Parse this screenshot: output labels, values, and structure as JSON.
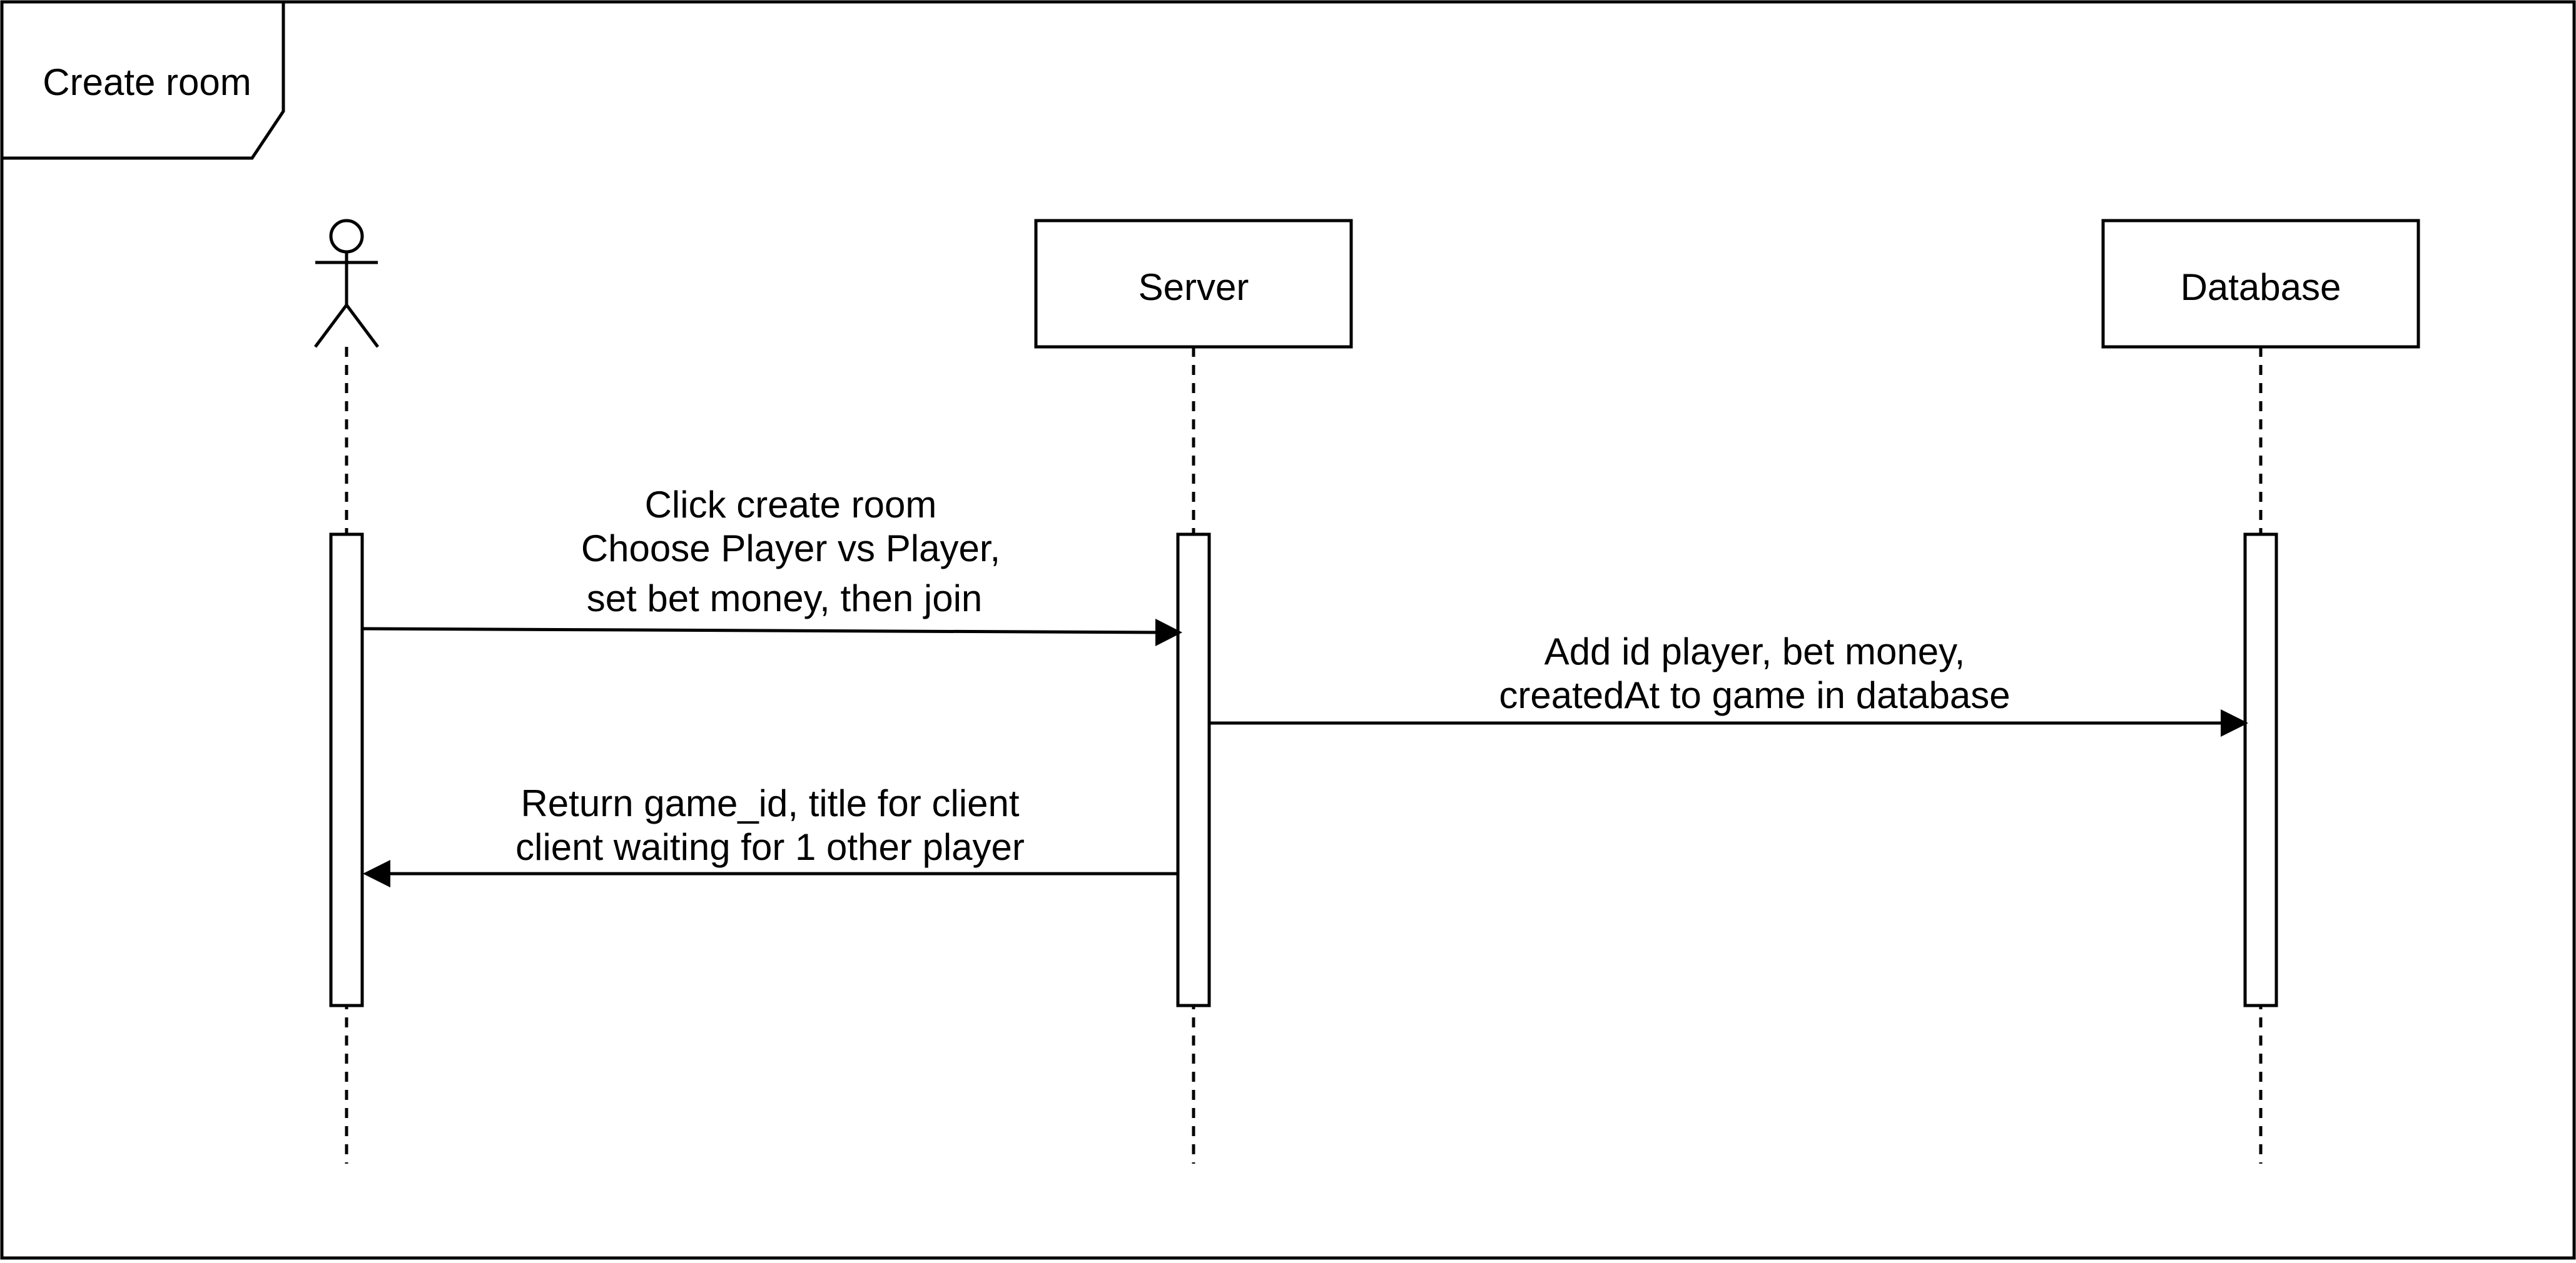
{
  "frame": {
    "label": "Create room"
  },
  "participants": {
    "actor": {
      "icon": "stick-figure-actor-icon"
    },
    "server": {
      "label": "Server"
    },
    "database": {
      "label": "Database"
    }
  },
  "messages": {
    "m1": {
      "line1": "Click create room",
      "line2": "Choose Player vs Player,",
      "line3": "set bet money, then join"
    },
    "m2": {
      "line1": "Add id player, bet money,",
      "line2": "createdAt to game in database"
    },
    "m3": {
      "line1": "Return game_id,  title for client",
      "line2": "client waiting for 1 other player"
    }
  },
  "colors": {
    "stroke": "#000000",
    "background": "#ffffff"
  }
}
